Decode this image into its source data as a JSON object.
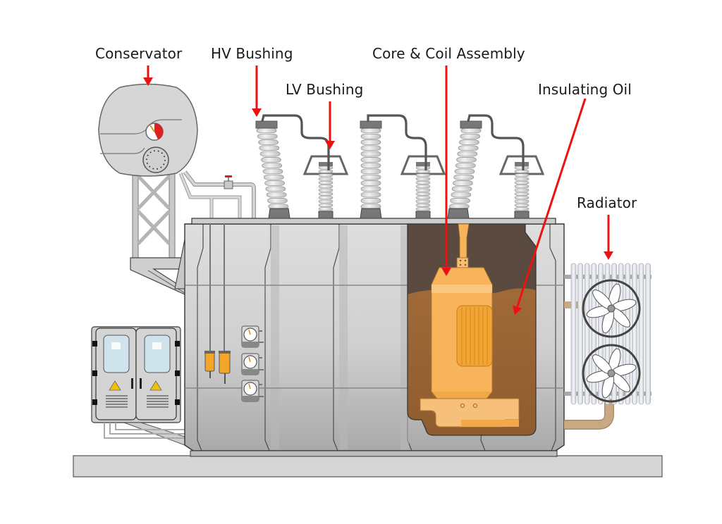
{
  "title": "Power Transformer Components",
  "labels": {
    "conservator": "Conservator",
    "hv_bushing": "HV Bushing",
    "lv_bushing": "LV Bushing",
    "core_coil": "Core & Coil Assembly",
    "insulating_oil": "Insulating Oil",
    "radiator": "Radiator"
  },
  "colors": {
    "arrow": "#ee1111",
    "tank": "#d4d4d4",
    "tank_edge": "#555555",
    "oil": "#9b6433",
    "air_gap": "#5a4a3f",
    "core": "#f7b45a",
    "core_light": "#fac47c",
    "coil": "#f2a535",
    "insulator": "#e2e2e2",
    "cap": "#777777",
    "radiator_fin": "#e8ecef",
    "radiator_pipe": "#c9a983",
    "base": "#d8d8d8",
    "warning": "#f2c200",
    "gauge_red": "#e02020",
    "breather": "#f3a52a"
  }
}
